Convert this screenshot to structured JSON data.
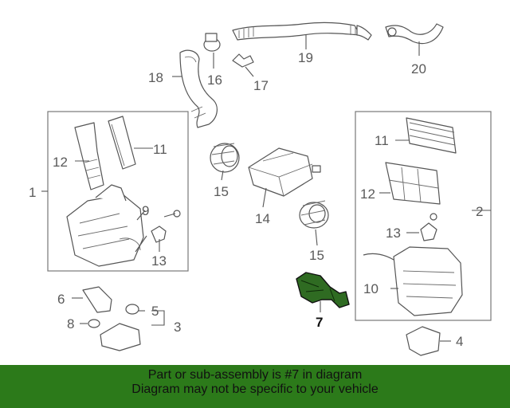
{
  "callouts": {
    "c1": "1",
    "c2": "2",
    "c3": "3",
    "c4": "4",
    "c5": "5",
    "c6": "6",
    "c7": "7",
    "c8": "8",
    "c9": "9",
    "c10": "10",
    "c11a": "11",
    "c11b": "11",
    "c12a": "12",
    "c12b": "12",
    "c13a": "13",
    "c13b": "13",
    "c14": "14",
    "c15a": "15",
    "c15b": "15",
    "c16": "16",
    "c17": "17",
    "c18": "18",
    "c19": "19",
    "c20": "20"
  },
  "highlighted_part": "7",
  "colors": {
    "highlight": "#2f6b22",
    "banner": "#2c7a1a"
  },
  "banner": {
    "line1": "Part or sub-assembly is #7 in diagram",
    "line2": "Diagram may not be specific to your vehicle"
  }
}
